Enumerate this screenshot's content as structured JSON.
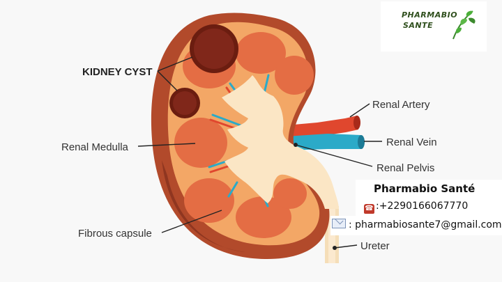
{
  "labels": {
    "kidney_cyst": "KIDNEY CYST",
    "renal_medulla": "Renal Medulla",
    "fibrous_capsule": "Fibrous capsule",
    "renal_artery": "Renal Artery",
    "renal_vein": "Renal Vein",
    "renal_pelvis": "Renal Pelvis",
    "ureter": "Ureter"
  },
  "logo": {
    "line1": "PHARMABIO",
    "line2": "SANTE"
  },
  "contact": {
    "name": "Pharmabio Santé",
    "phone": ":+2290166067770",
    "email": ": pharmabiosante7@gmail.com"
  },
  "colors": {
    "outer_tissue": "#b24a2b",
    "cortex": "#f3a766",
    "medulla": "#e46d44",
    "pelvis": "#fbe6c5",
    "artery": "#e0472e",
    "vein": "#2baac8",
    "cyst": "#6b1d10",
    "ureter": "#f5deb8"
  }
}
